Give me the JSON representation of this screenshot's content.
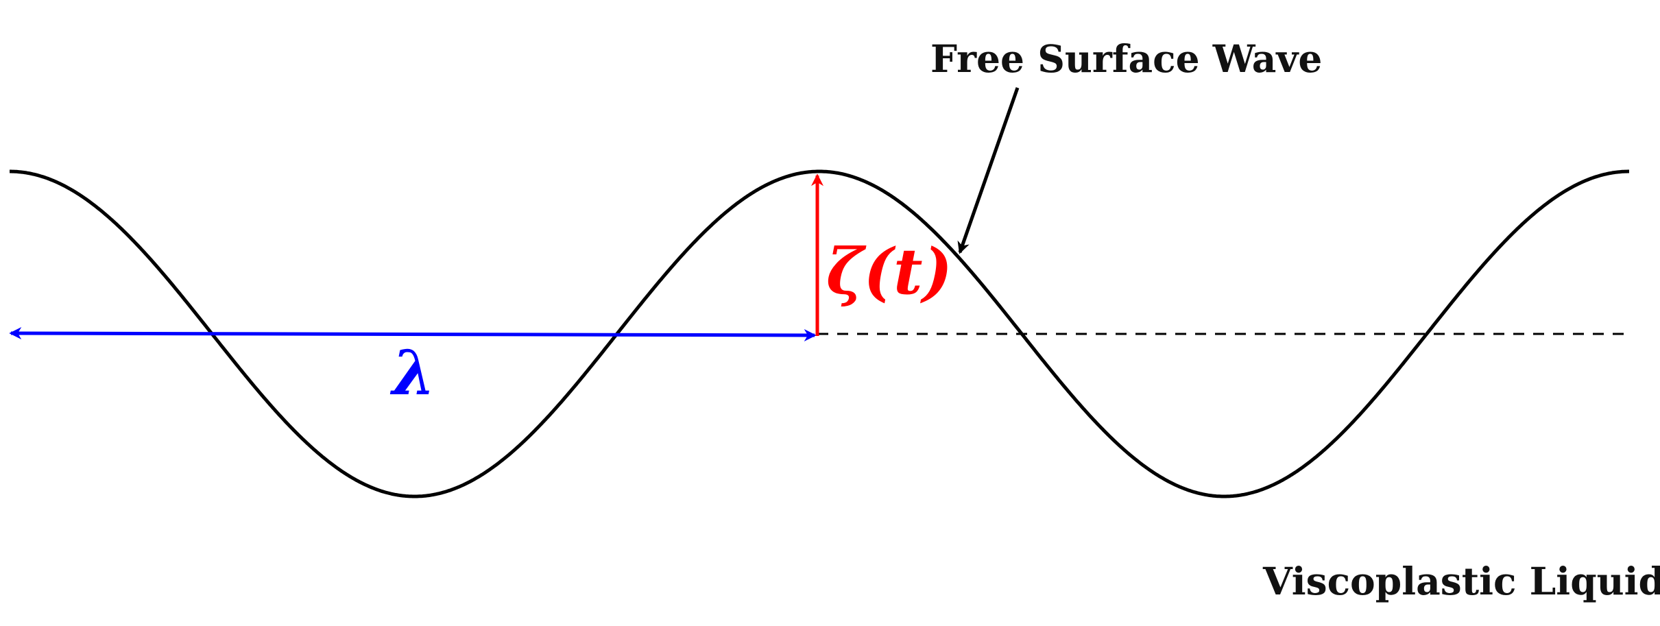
{
  "diagram": {
    "wave_label": "Free Surface Wave",
    "liquid_label": "Viscoplastic Liquid",
    "wavelength_symbol": "λ",
    "amplitude_symbol": "ζ(t)"
  },
  "colors": {
    "wave": "#000000",
    "baseline": "#000000",
    "wavelength_arrow": "#0000ff",
    "amplitude_arrow": "#ff0000",
    "text": "#111111"
  }
}
